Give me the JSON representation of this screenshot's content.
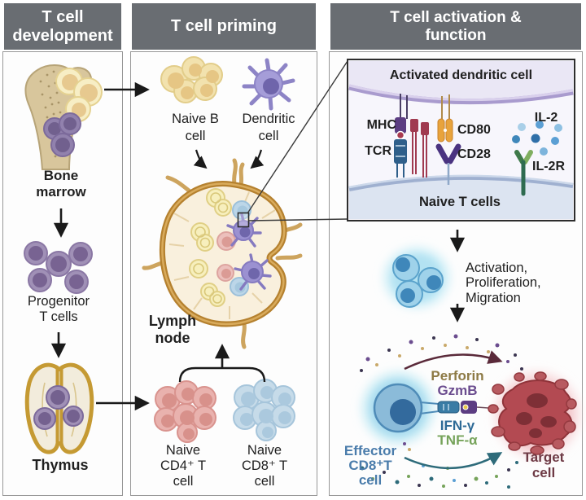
{
  "header": {
    "development": "T cell\ndevelopment",
    "priming": "T cell priming",
    "activation": "T cell activation &\nfunction"
  },
  "development": {
    "bone_marrow": "Bone\nmarrow",
    "progenitor": "Progenitor\nT cells",
    "thymus": "Thymus"
  },
  "priming": {
    "naive_b": "Naive B\ncell",
    "dendritic": "Dendritic\ncell",
    "lymph_node": "Lymph\nnode",
    "naive_cd4": "Naive\nCD4⁺ T\ncell",
    "naive_cd8": "Naive\nCD8⁺ T\ncell"
  },
  "activation": {
    "inset_title": "Activated dendritic cell",
    "mhc": "MHC",
    "tcr": "TCR",
    "cd80": "CD80",
    "cd28": "CD28",
    "il2": "IL-2",
    "il2r": "IL-2R",
    "naive_t": "Naive T cells",
    "process": "Activation,\nProliferation,\nMigration",
    "perforin": "Perforin",
    "gzmb": "GzmB",
    "ifn_gamma": "IFN-γ",
    "tnf_alpha": "TNF-α",
    "effector": "Effector\nCD8⁺T\ncell",
    "target": "Target\ncell"
  },
  "colors": {
    "header_bg": "#696d72",
    "perforin_text": "#8d7a45",
    "gzmb_text": "#6b4d8f",
    "ifn_text": "#2e6a96",
    "tnf_text": "#76a35a",
    "effector_text": "#4a7cab",
    "target_text": "#6e3a45",
    "naive_b_cell": "#f2e2ae",
    "progenitor_cell": "#a090b6",
    "dendritic_cell": "#a59dd8",
    "cd4_cell": "#e9b2ae",
    "cd8_cell": "#c6dbe9",
    "lymph_node_outline": "#b5812f",
    "activated_t_cell": "#9fd2ea",
    "target_cell": "#b34a52"
  }
}
